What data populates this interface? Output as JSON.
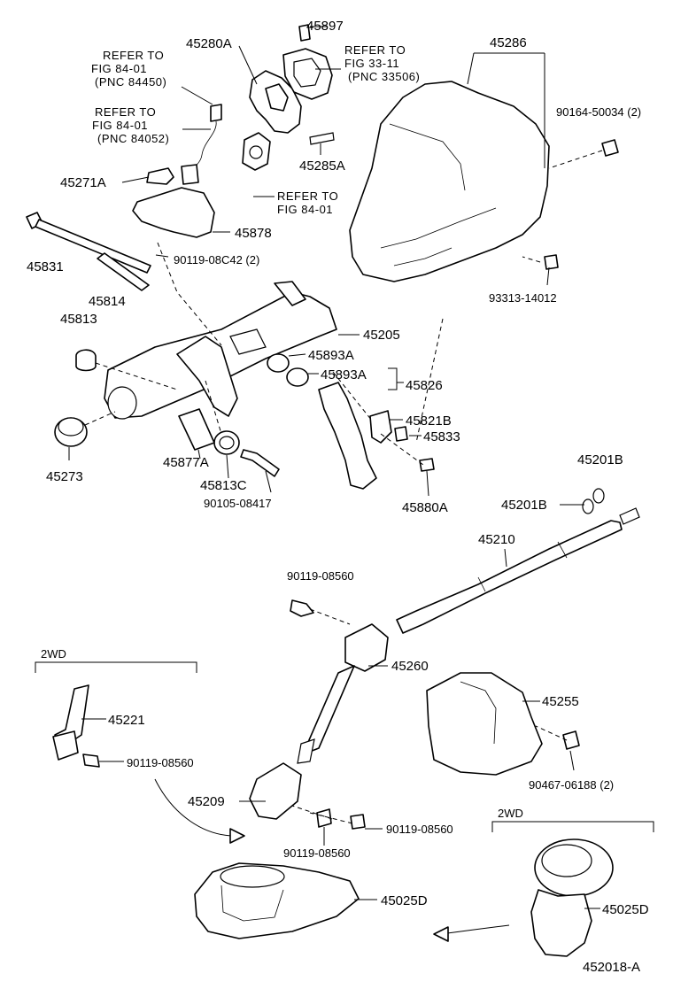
{
  "diagram": {
    "figure_code": "452018-A",
    "callouts": {
      "c45897": "45897",
      "c45280A": "45280A",
      "c45286": "45286",
      "c90164": "90164-50034 (2)",
      "c45271A": "45271A",
      "c45285A": "45285A",
      "c45878": "45878",
      "c45831": "45831",
      "c90119_08C42": "90119-08C42 (2)",
      "c45814": "45814",
      "c93313": "93313-14012",
      "c45813": "45813",
      "c45205": "45205",
      "c45893A_1": "45893A",
      "c45893A_2": "45893A",
      "c45826": "45826",
      "c45821B": "45821B",
      "c45833": "45833",
      "c45273": "45273",
      "c45877A": "45877A",
      "c45813C": "45813C",
      "c90105": "90105-08417",
      "c45880A": "45880A",
      "c45201B_1": "45201B",
      "c45201B_2": "45201B",
      "c45210": "45210",
      "c90119_08560_a": "90119-08560",
      "c45260": "45260",
      "c45221": "45221",
      "c90119_08560_b": "90119-08560",
      "c45255": "45255",
      "c90467": "90467-06188 (2)",
      "c45209": "45209",
      "c90119_08560_c": "90119-08560",
      "c90119_08560_d": "90119-08560",
      "c45025D_1": "45025D",
      "c45025D_2": "45025D"
    },
    "refs": {
      "r1_l1": "REFER TO",
      "r1_l2": "FIG 84-01",
      "r1_l3": "(PNC 84450)",
      "r2_l1": "REFER TO",
      "r2_l2": "FIG 33-11",
      "r2_l3": "(PNC 33506)",
      "r3_l1": "REFER TO",
      "r3_l2": "FIG 84-01",
      "r3_l3": "(PNC 84052)",
      "r4_l1": "REFER TO",
      "r4_l2": "FIG 84-01"
    },
    "variant_labels": {
      "v1": "2WD",
      "v2": "2WD"
    }
  }
}
